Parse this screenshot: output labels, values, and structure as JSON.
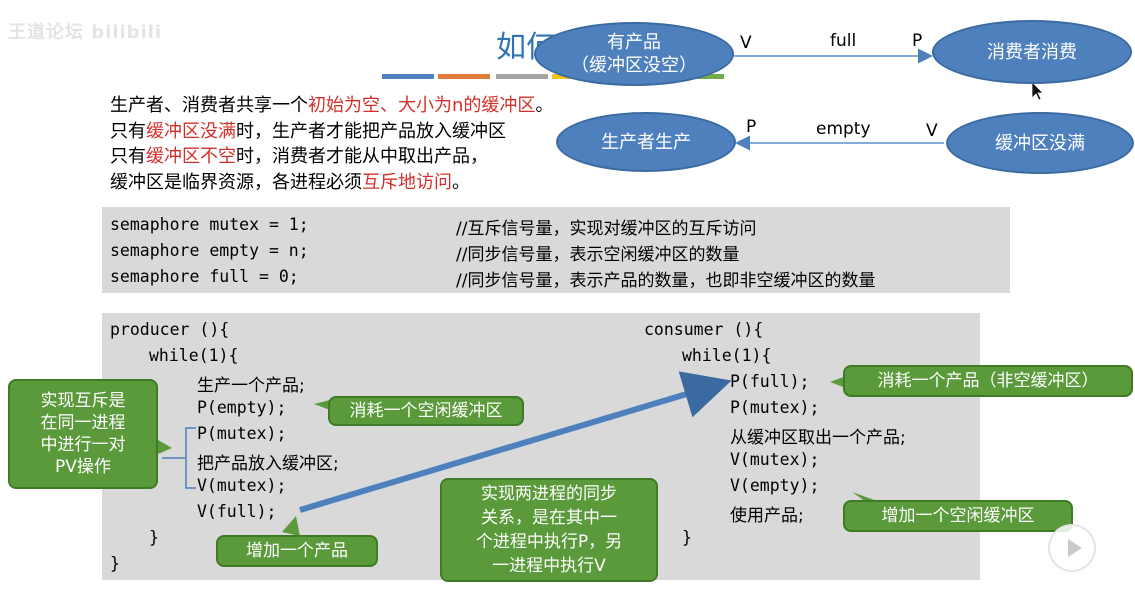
{
  "watermark": "王道论坛 bilibili",
  "slide_title": "如何",
  "intro": {
    "l1_a": "生产者、消费者共享一个",
    "l1_red": "初始为空、大小为n的缓冲区",
    "l1_b": "。",
    "l2_a": "只有",
    "l2_red": "缓冲区没满",
    "l2_b": "时，生产者才能把产品放入缓冲区",
    "l2_c": "。",
    "l3_a": "只有",
    "l3_red": "缓冲区不空",
    "l3_b": "时，消费者才能从中取出产品，",
    "l4_a": "缓冲区是临界资源，各进程必须",
    "l4_red": "互斥地访问",
    "l4_b": "。"
  },
  "semaphores": [
    {
      "code": "semaphore mutex = 1;",
      "comment": "//互斥信号量，实现对缓冲区的互斥访问"
    },
    {
      "code": "semaphore empty = n;",
      "comment": "//同步信号量，表示空闲缓冲区的数量"
    },
    {
      "code": "semaphore full = 0;",
      "comment": "//同步信号量，表示产品的数量，也即非空缓冲区的数量"
    }
  ],
  "producer": {
    "header": "producer (){",
    "loop": "while(1){",
    "produce": "生产一个产品;",
    "p_empty": "P(empty);",
    "p_mutex": "P(mutex);",
    "put": "把产品放入缓冲区;",
    "v_mutex": "V(mutex);",
    "v_full": "V(full);",
    "close_inner": "}",
    "close_outer": "}"
  },
  "consumer": {
    "header": "consumer (){",
    "loop": "while(1){",
    "p_full": "P(full);",
    "p_mutex": "P(mutex);",
    "take": "从缓冲区取出一个产品;",
    "v_mutex": "V(mutex);",
    "v_empty": "V(empty);",
    "use": "使用产品;",
    "close_inner": "}"
  },
  "diagram": {
    "has_product": [
      "有产品",
      "（缓冲区没空）"
    ],
    "consumer_consume": "消费者消费",
    "producer_produce": "生产者生产",
    "buffer_not_full": "缓冲区没满",
    "top_v": "V",
    "top_full": "full",
    "top_p": "P",
    "bot_p": "P",
    "bot_empty": "empty",
    "bot_v": "V"
  },
  "notes": {
    "mutex_same_process": [
      "实现互斥是",
      "在同一进程",
      "中进行一对",
      "PV操作"
    ],
    "consume_empty_buffer": "消耗一个空闲缓冲区",
    "add_product": "增加一个产品",
    "sync_two_processes": [
      "实现两进程的同步",
      "关系，是在其中一",
      "个进程中执行P，另",
      "一进程中执行V"
    ],
    "consume_product": "消耗一个产品（非空缓冲区）",
    "add_empty_buffer": "增加一个空闲缓冲区"
  },
  "colors": {
    "title_blue": "#2f74b5",
    "red_text": "#d4302b",
    "ellipse_blue": "#4e80bd",
    "note_green": "#5a9a3b",
    "code_gray": "#d9d9d9",
    "bars": [
      "#4f81bd",
      "#e07b39",
      "#a5a5a5",
      "#f2c314",
      "#5b9bd5",
      "#70ad47"
    ]
  },
  "icons": [
    "play-icon",
    "mouse-cursor-icon"
  ]
}
